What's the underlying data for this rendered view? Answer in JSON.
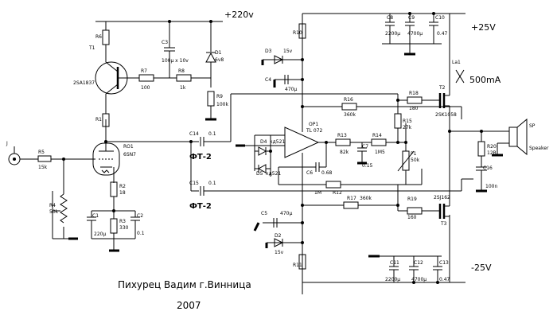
{
  "rails": {
    "hv": "+220v",
    "pos": "+25V",
    "neg": "-25V",
    "current": "500mA"
  },
  "labels": {
    "ft2_a": "ФТ-2",
    "ft2_b": "ФТ-2",
    "lal": "La1"
  },
  "parts": {
    "t1": "T1",
    "t1_model": "2SA1837",
    "r6": "R6",
    "r1": "R1",
    "r7": "R7",
    "r7_val": "100",
    "r8": "R8",
    "r8_val": "1k",
    "c3": "C3",
    "c3_val": "100μ x 10v",
    "d1": "D1",
    "d1_val": "6v8",
    "r9": "R9",
    "r9_val": "100k",
    "ro1": "RO1",
    "ro1_model": "6SN7",
    "r5": "R5",
    "r5_val": "15k",
    "j": "J",
    "r4": "R4",
    "r4_val": "50k",
    "r2": "R2",
    "r2_val": "18",
    "r3": "R3",
    "r3_val": "330",
    "c1": "C1",
    "c1_val": "220μ",
    "c2": "C2",
    "c2_val": "0.1",
    "c14": "C14",
    "c14_val": "0.1",
    "c15": "C15",
    "c15_val": "0.1",
    "op1": "OP1",
    "op1_model": "TL 072",
    "d4": "D4",
    "d4_model": "кд521",
    "d5": "D5",
    "d5_model": "кд521",
    "c6": "C6",
    "c6_val": "0.68",
    "r12": "R12",
    "r12_val": "1M",
    "r13": "R13",
    "r13_val": "82k",
    "c7": "C7",
    "c7_val": "0.15",
    "r14": "R14",
    "r14_val": "1M5",
    "p1": "P1",
    "p1_val": "50k",
    "r15": "R15",
    "r15_val": "27k",
    "r16": "R16",
    "r16_val": "360k",
    "r18": "R18",
    "r18_val": "180",
    "r17": "R17",
    "r17_val": "360k",
    "r19": "R19",
    "r19_val": "160",
    "t2": "T2",
    "t2_model": "2SK1058",
    "t3": "T3",
    "t3_model": "2SJ162",
    "r20": "R20",
    "r20_val": "12R",
    "c16": "C16",
    "c16_val": "100n",
    "sp": "SP",
    "speaker": "Speaker",
    "c8": "C8",
    "c8_val": "2200μ",
    "c9": "C9",
    "c9_val": "4700μ",
    "c10": "C10",
    "c10_val": "0.47",
    "r10": "R10",
    "d3": "D3",
    "d3_val": "15v",
    "c4": "C4",
    "c4_val": "470μ",
    "c5": "C5",
    "c5_val": "470μ",
    "d2": "D2",
    "d2_val": "15v",
    "r11": "R11",
    "c11": "C11",
    "c11_val": "2200μ",
    "c12": "C12",
    "c12_val": "4700μ",
    "c13": "C13",
    "c13_val": "0.47"
  },
  "caption": {
    "author": "Пихурец Вадим г.Винница",
    "year": "2007"
  }
}
